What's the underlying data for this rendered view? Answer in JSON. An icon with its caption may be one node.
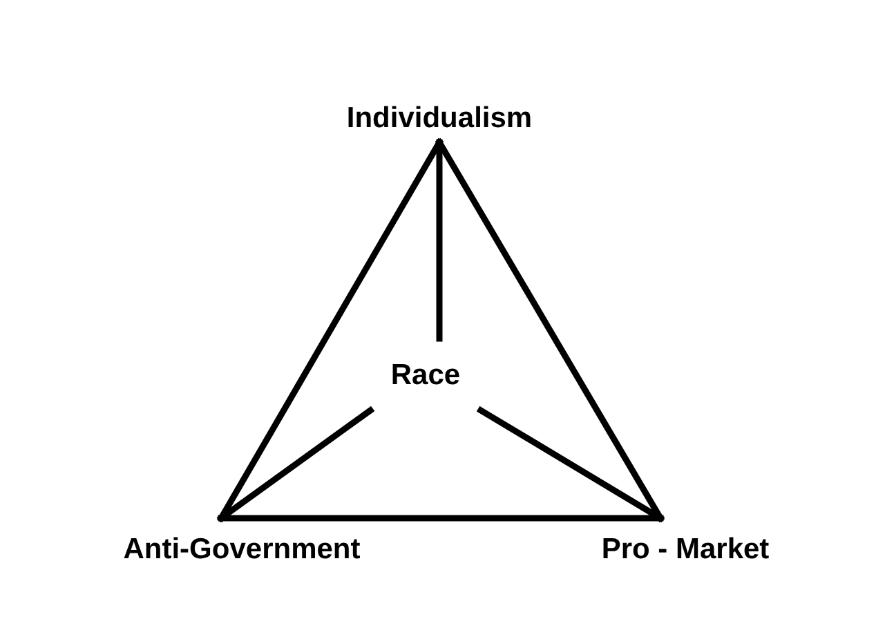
{
  "diagram": {
    "nodes": [
      {
        "text": [
          "Individualism"
        ]
      },
      {
        "text": [
          "Race"
        ]
      },
      {
        "text": [
          "Anti-Government"
        ]
      },
      {
        "text": [
          "Pro - Market"
        ]
      }
    ],
    "edges": [
      {
        "from": 0,
        "to": 2,
        "arrow": "none"
      },
      {
        "from": 0,
        "to": 3,
        "arrow": "none"
      },
      {
        "from": 2,
        "to": 3,
        "arrow": "none"
      },
      {
        "from": 1,
        "to": 0,
        "arrow": "none"
      },
      {
        "from": 1,
        "to": 2,
        "arrow": "none"
      },
      {
        "from": 1,
        "to": 3,
        "arrow": "none"
      }
    ]
  }
}
